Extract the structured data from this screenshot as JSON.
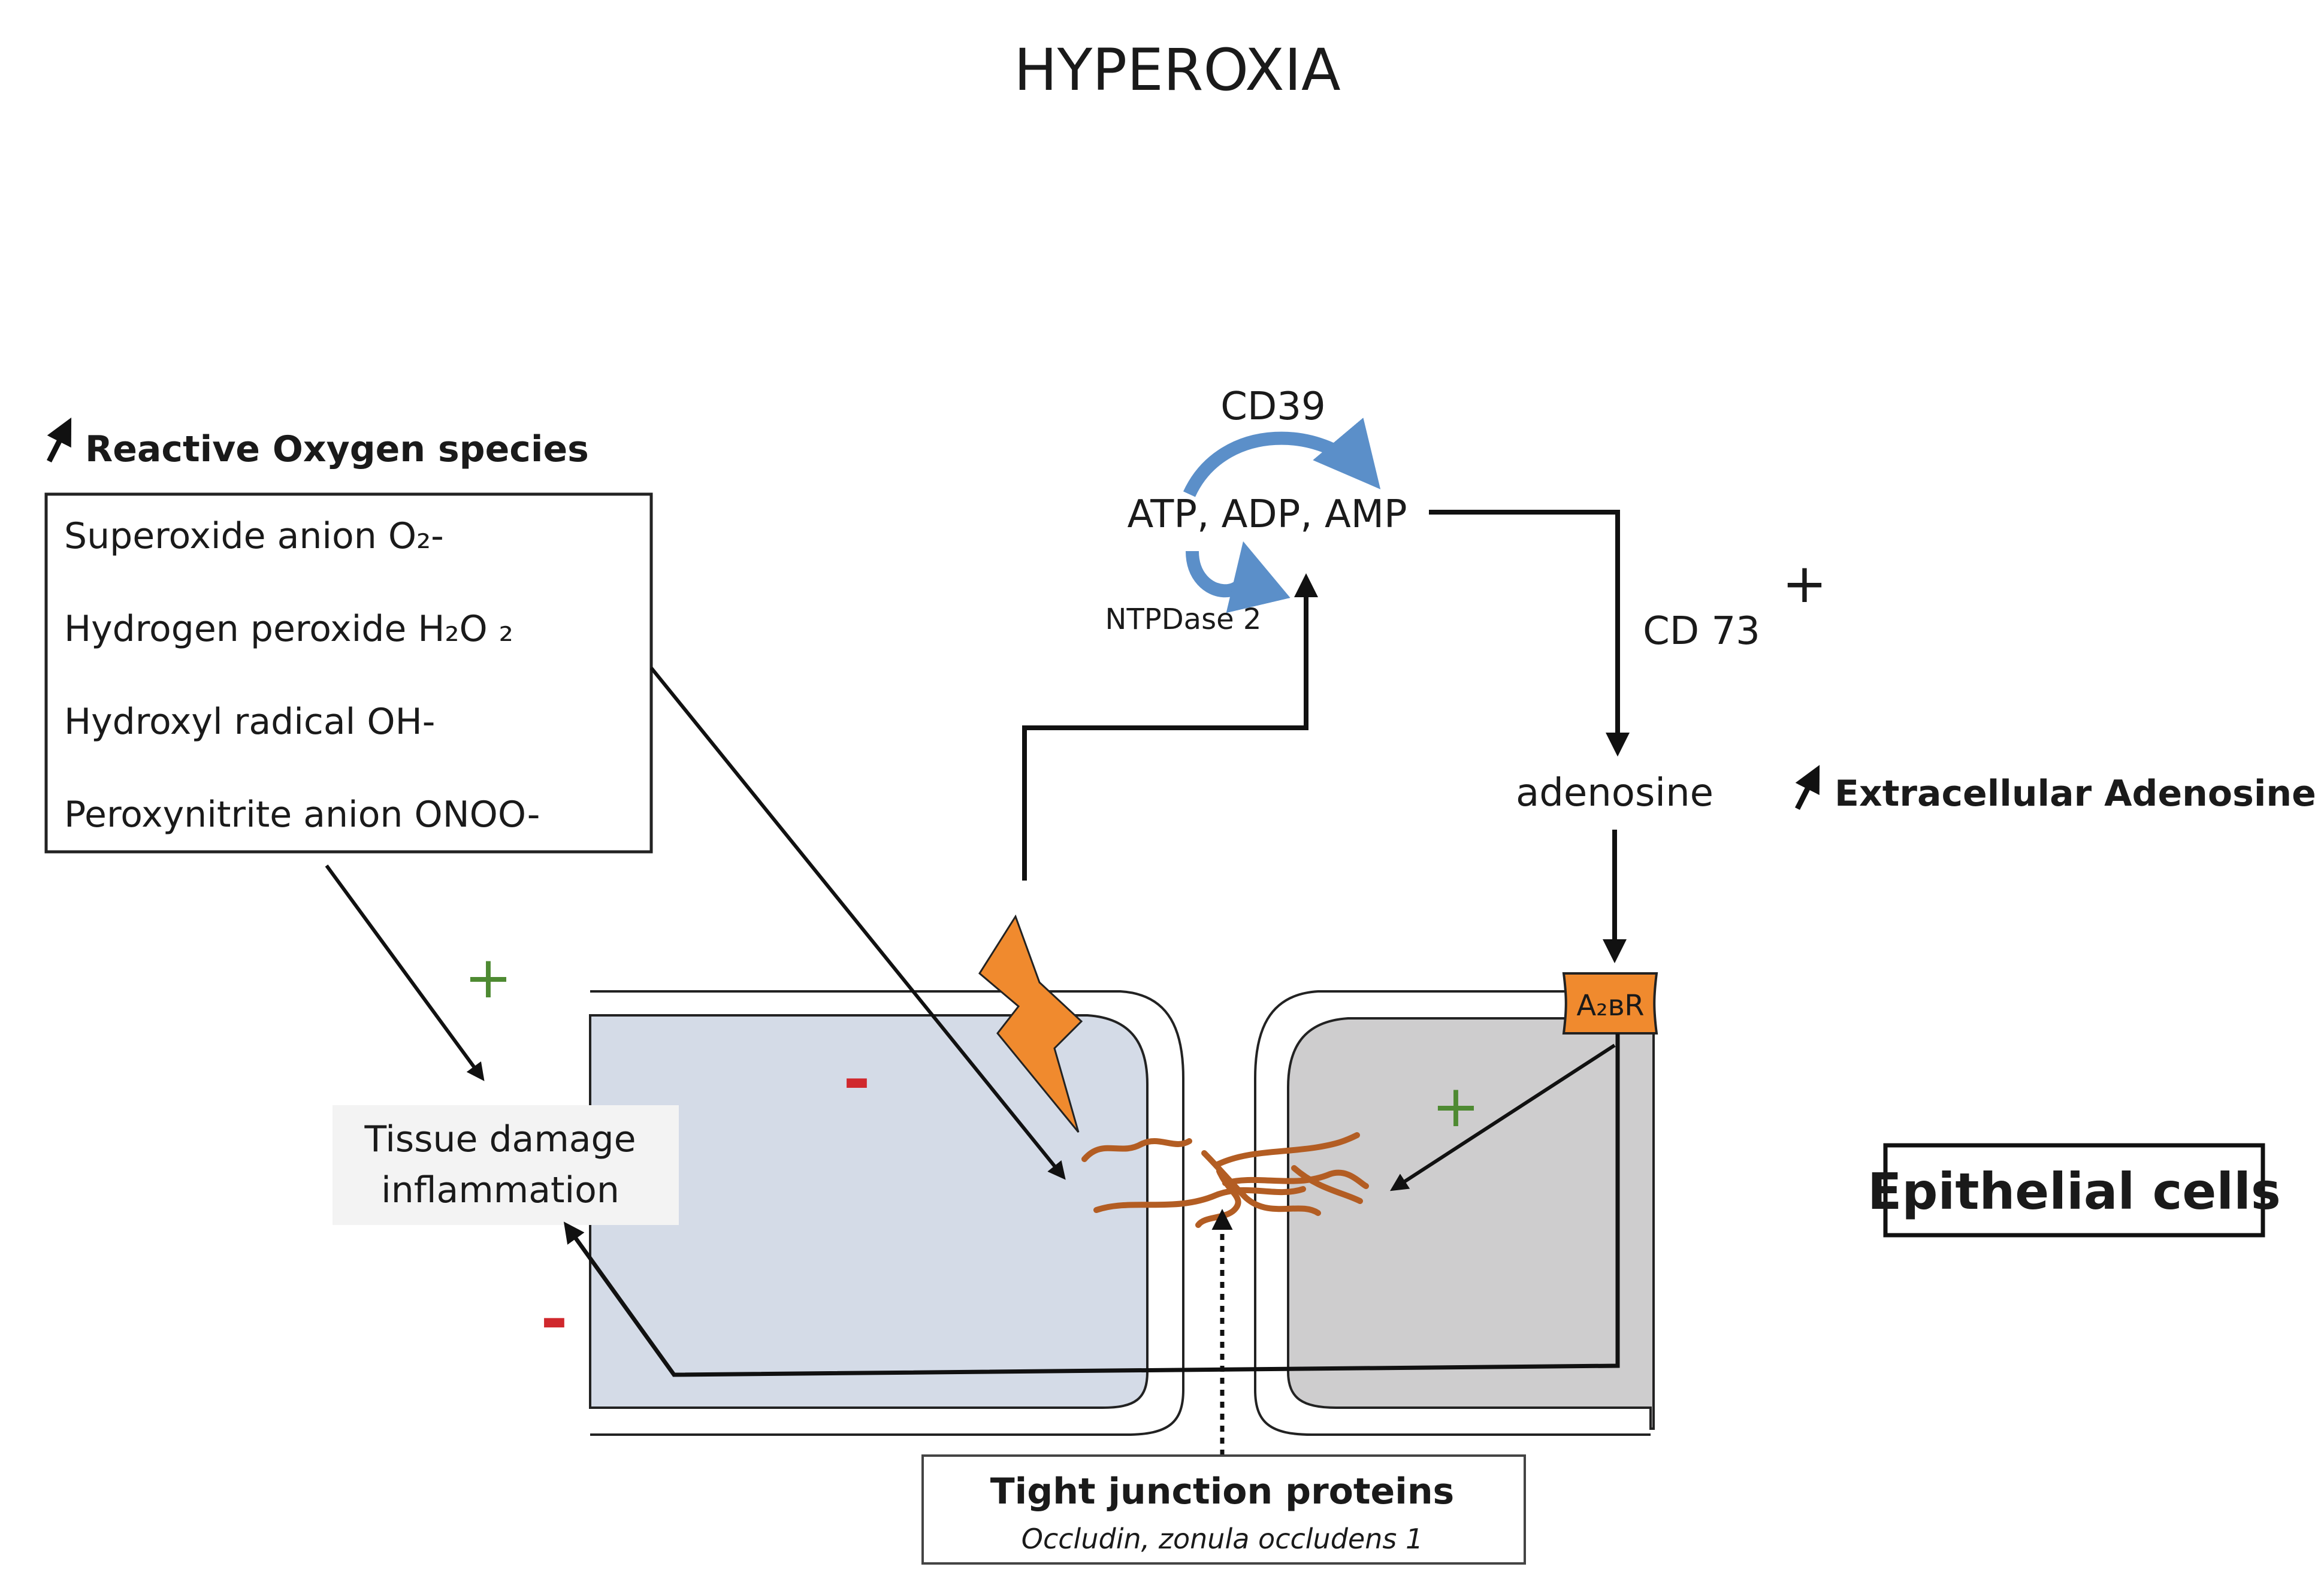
{
  "title": "HYPEROXIA",
  "ros": {
    "heading": "Reactive Oxygen species",
    "items": [
      "Superoxide anion O₂-",
      "Hydrogen peroxide H₂O ₂",
      "Hydroxyl radical OH-",
      "Peroxynitrite anion ONOO-"
    ]
  },
  "enzymes": {
    "cd39": "CD39",
    "nucleotides": "ATP, ADP, AMP",
    "ntpdase": "NTPDase 2",
    "cd73": "CD 73"
  },
  "adenosine": {
    "label": "adenosine",
    "extracellular": "Extracellular Adenosine",
    "receptor": "A₂ʙR"
  },
  "tissue_damage": {
    "line1": "Tissue damage",
    "line2": "inflammation"
  },
  "epithelial": "Epithelial cells",
  "tight_junction": {
    "title": "Tight junction proteins",
    "subtitle": "Occludin, zonula occludens 1"
  },
  "signs": {
    "plus": "+",
    "minus": "-"
  },
  "colors": {
    "left_cell": "#d4dbe7",
    "right_cell": "#cecdce",
    "lightning": "#f08a2e",
    "receptor": "#f08a2e",
    "tight_junction_fiber": "#b35d23",
    "cycle_arrow": "#5b8fc9",
    "plus_green": "#4e8a32",
    "minus_red": "#d0282d"
  }
}
